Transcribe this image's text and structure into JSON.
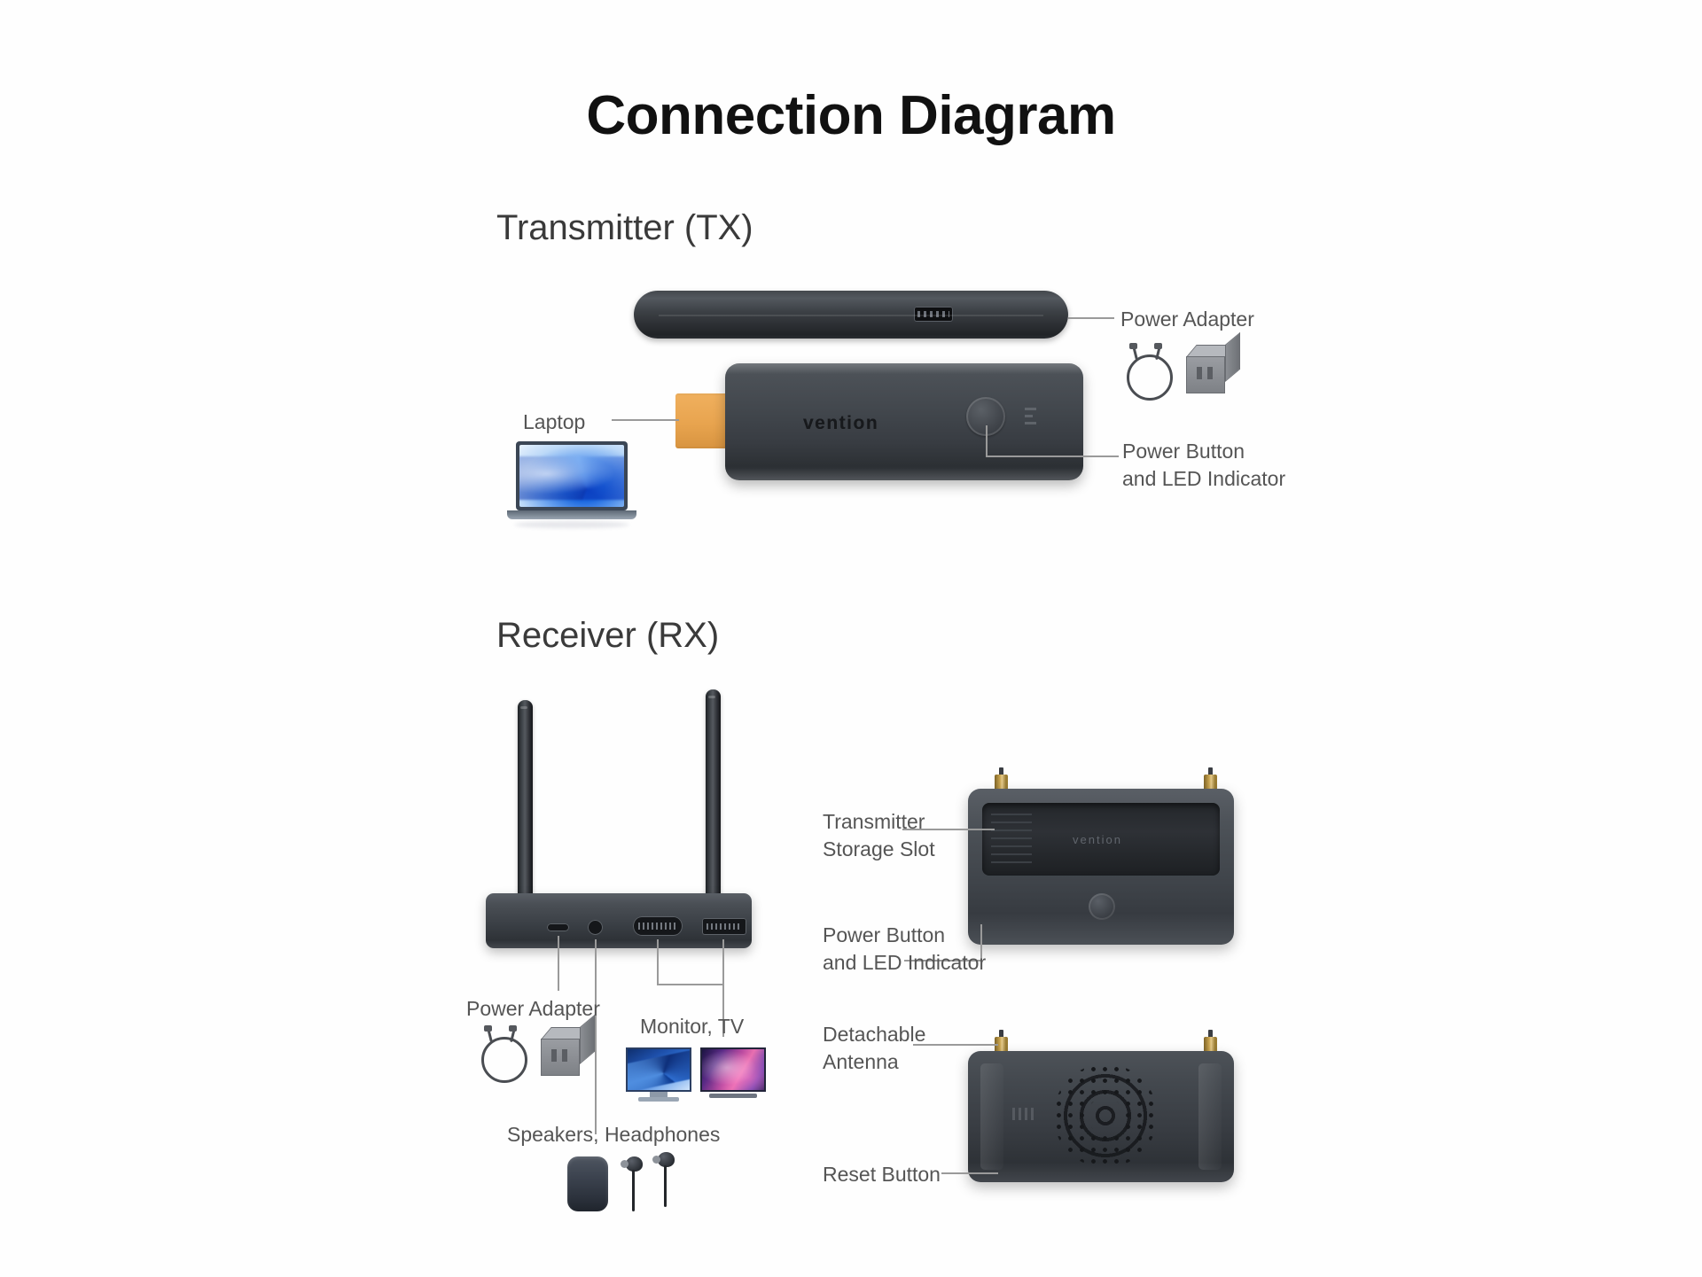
{
  "document": {
    "title": "Connection Diagram"
  },
  "sections": [
    {
      "id": "transmitter",
      "heading": "Transmitter (TX)",
      "device_brand": "vention",
      "callouts": [
        {
          "name": "power-adapter",
          "text": "Power Adapter"
        },
        {
          "name": "power-button-led",
          "text": "Power Button\nand LED Indicator"
        },
        {
          "name": "laptop",
          "text": "Laptop"
        }
      ]
    },
    {
      "id": "receiver",
      "heading": "Receiver (RX)",
      "device_brand": "vention",
      "callouts": [
        {
          "name": "power-adapter",
          "text": "Power Adapter"
        },
        {
          "name": "monitor-tv",
          "text": "Monitor, TV"
        },
        {
          "name": "speakers-headphones",
          "text": "Speakers, Headphones"
        },
        {
          "name": "transmitter-storage-slot",
          "text": "Transmitter\nStorage Slot"
        },
        {
          "name": "power-button-led",
          "text": "Power Button\nand LED Indicator"
        },
        {
          "name": "detachable-antenna",
          "text": "Detachable\nAntenna"
        },
        {
          "name": "reset-button",
          "text": "Reset Button"
        }
      ]
    }
  ],
  "labels": {
    "title": "Connection Diagram",
    "tx_heading": "Transmitter (TX)",
    "rx_heading": "Receiver (RX)",
    "tx_power_adapter": "Power Adapter",
    "tx_power_button": "Power Button\nand LED Indicator",
    "tx_laptop": "Laptop",
    "rx_power_adapter": "Power Adapter",
    "rx_monitor_tv": "Monitor, TV",
    "rx_speakers": "Speakers, Headphones",
    "rx_storage_slot": "Transmitter\nStorage Slot",
    "rx_power_button": "Power Button\nand LED Indicator",
    "rx_antenna": "Detachable\nAntenna",
    "rx_reset": "Reset Button",
    "brand_tx": "vention",
    "brand_rx": "vention"
  },
  "colors": {
    "background": "#fefefe",
    "title_text": "#111111",
    "heading_text": "#3a3a3a",
    "label_text": "#555555",
    "leader_line": "#9a9a9a",
    "device_body_dark": "#3b4046",
    "device_body_light": "#5a5f66",
    "hdmi_connector": "#e8a44f",
    "antenna_gold": "#c9a44f",
    "laptop_screen_blue": "#1f6be0"
  },
  "icons": {
    "laptop": "laptop-icon",
    "power_adapter_cable": "cable-coil-icon",
    "power_adapter_brick": "power-brick-icon",
    "monitor": "monitor-icon",
    "tv": "tv-icon",
    "speaker": "speaker-icon",
    "earbuds": "earbuds-icon"
  },
  "rx_ports": [
    {
      "name": "usb-c-port"
    },
    {
      "name": "audio-jack-port"
    },
    {
      "name": "vga-port"
    },
    {
      "name": "hdmi-port"
    }
  ]
}
